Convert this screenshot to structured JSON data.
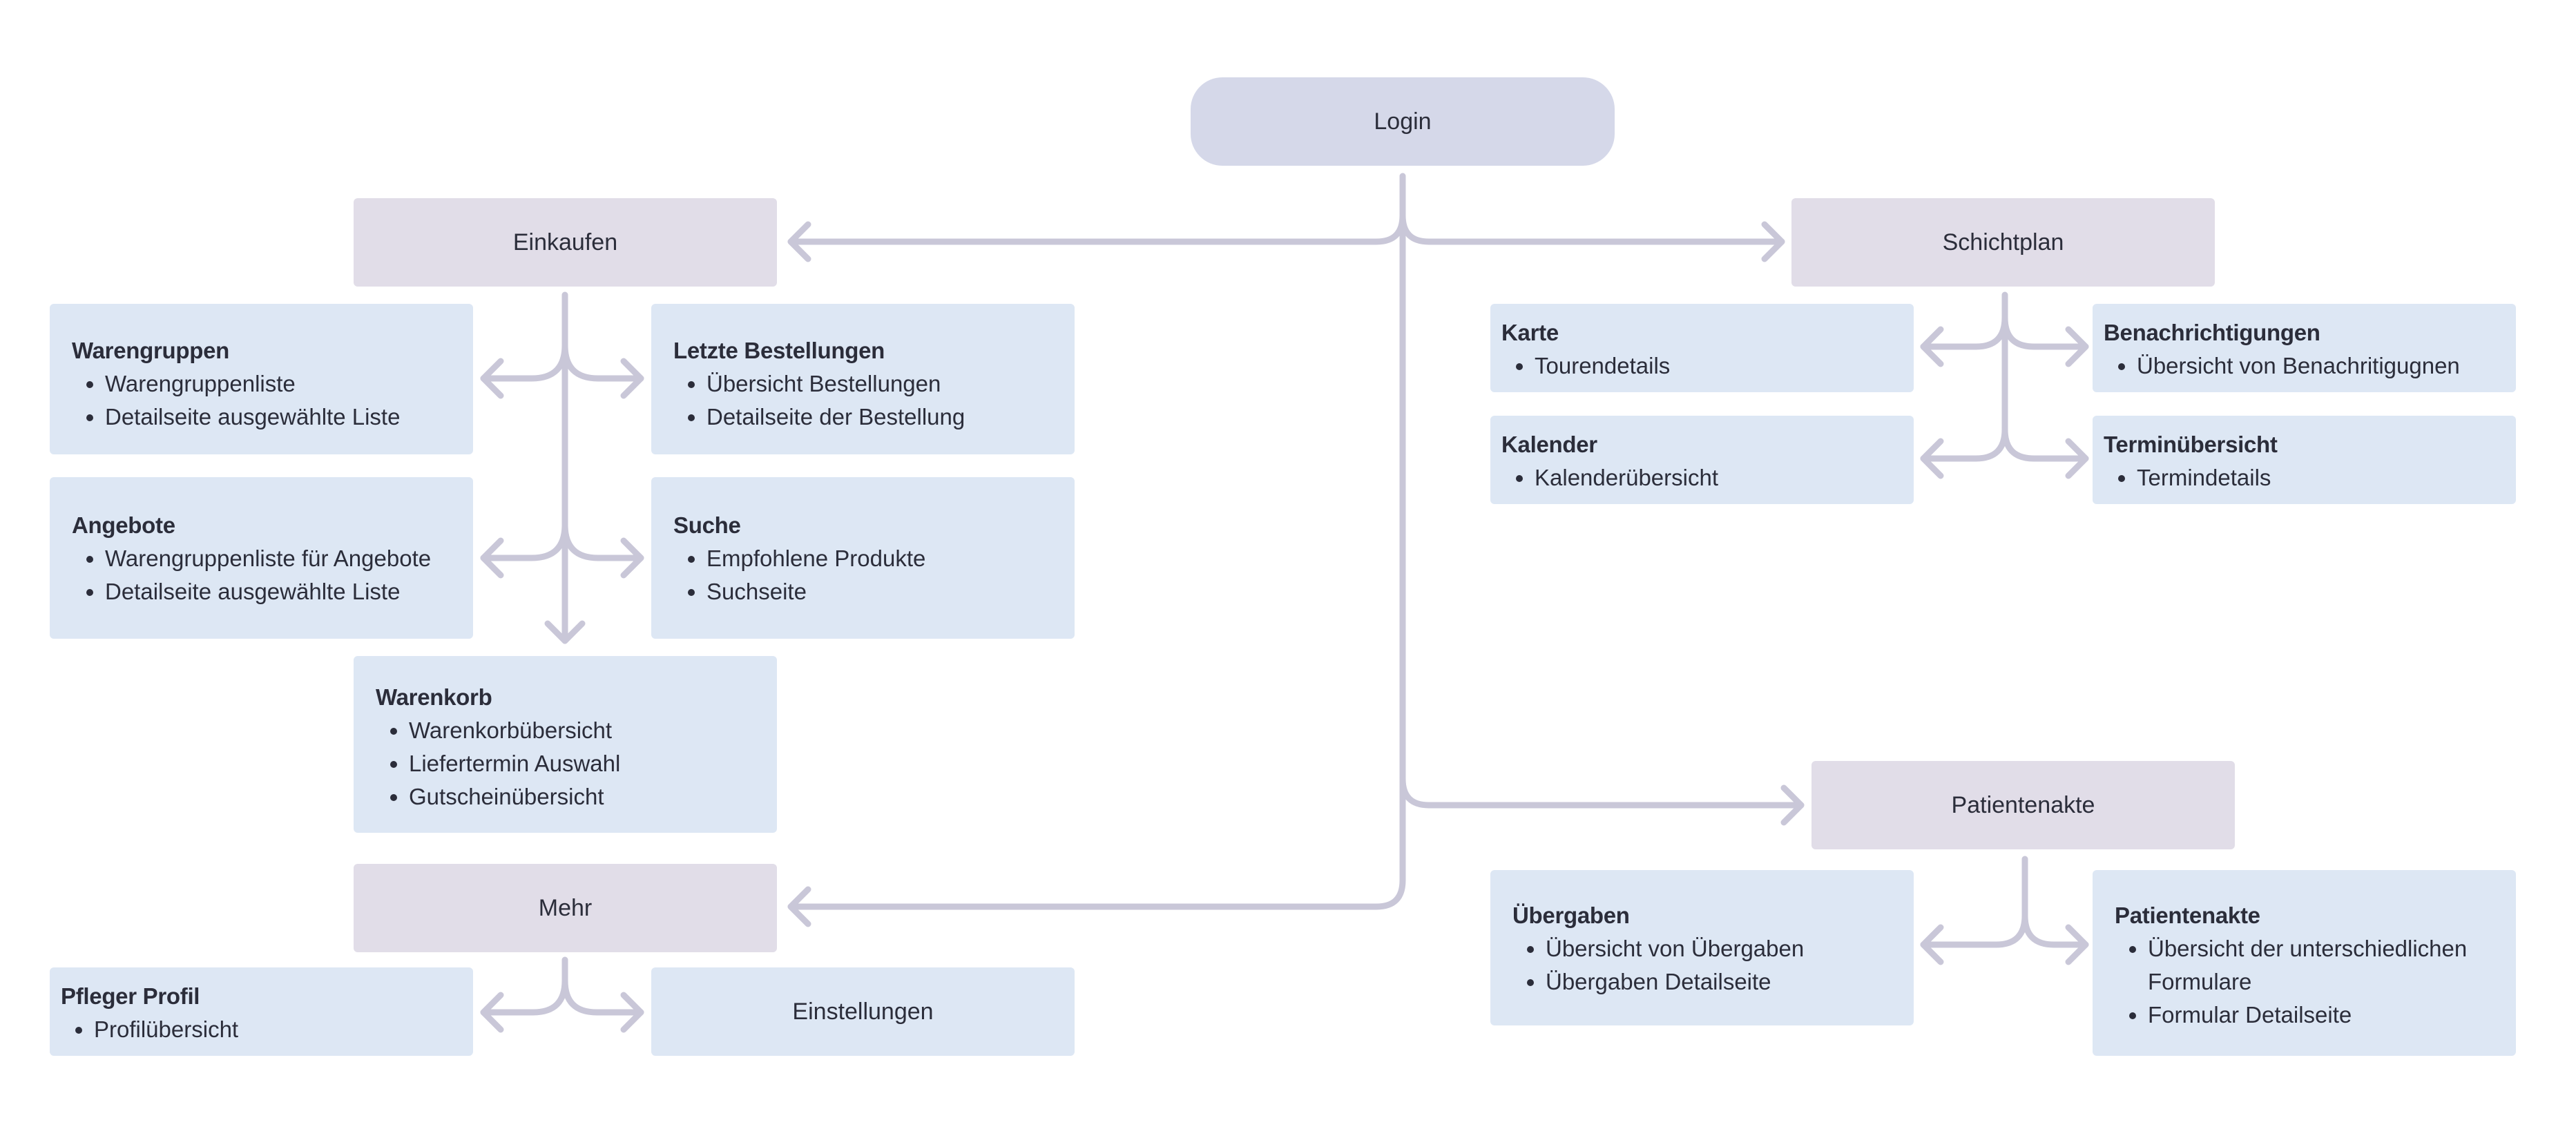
{
  "login": "Login",
  "einkaufen": {
    "label": "Einkaufen",
    "warengruppen": {
      "title": "Warengruppen",
      "items": [
        "Warengruppenliste",
        "Detailseite ausgewählte Liste"
      ]
    },
    "letzte": {
      "title": "Letzte Bestellungen",
      "items": [
        "Übersicht Bestellungen",
        "Detailseite der Bestellung"
      ]
    },
    "angebote": {
      "title": "Angebote",
      "items": [
        "Warengruppenliste für Angebote",
        "Detailseite ausgewählte Liste"
      ]
    },
    "suche": {
      "title": "Suche",
      "items": [
        "Empfohlene Produkte",
        "Suchseite"
      ]
    },
    "warenkorb": {
      "title": "Warenkorb",
      "items": [
        "Warenkorbübersicht",
        "Liefertermin Auswahl",
        "Gutscheinübersicht"
      ]
    }
  },
  "mehr": {
    "label": "Mehr",
    "pfleger": {
      "title": "Pfleger Profil",
      "items": [
        "Profilübersicht"
      ]
    },
    "einstellungen": "Einstellungen"
  },
  "schichtplan": {
    "label": "Schichtplan",
    "karte": {
      "title": "Karte",
      "items": [
        "Tourendetails"
      ]
    },
    "benachrichtigungen": {
      "title": "Benachrichtigungen",
      "items": [
        "Übersicht von Benachritigugnen"
      ]
    },
    "kalender": {
      "title": "Kalender",
      "items": [
        "Kalenderübersicht"
      ]
    },
    "termin": {
      "title": "Terminübersicht",
      "items": [
        "Termindetails"
      ]
    }
  },
  "patientenakte": {
    "label": "Patientenakte",
    "uebergaben": {
      "title": "Übergaben",
      "items": [
        "Übersicht von Übergaben",
        "Übergaben Detailseite"
      ]
    },
    "akte": {
      "title": "Patientenakte",
      "items": [
        "Übersicht der unterschiedlichen Formulare",
        "Formular Detailseite"
      ]
    }
  },
  "colors": {
    "connector": "#c9c7d8",
    "header_fill": "#e1dde8",
    "login_fill": "#d5d8e9",
    "card_fill": "#dde7f4"
  }
}
